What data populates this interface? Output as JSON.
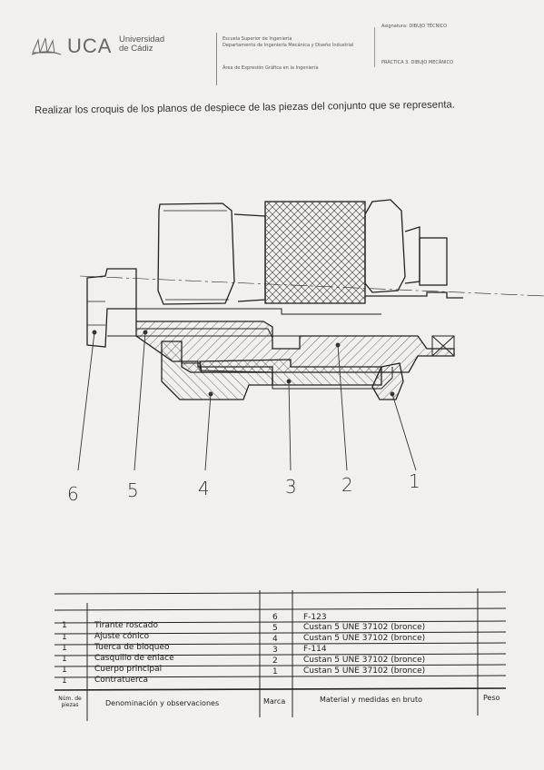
{
  "header": {
    "logo_text": "UCA",
    "university_line1": "Universidad",
    "university_line2": "de Cádiz",
    "school_line1": "Escuela Superior de Ingeniería",
    "school_line2": "Departamento de Ingeniería Mecánica y Diseño Industrial",
    "area": "Área de Expresión Gráfica en la Ingeniería",
    "asignatura": "Asignatura: DIBUJO TÉCNICO",
    "practica": "PRÁCTICA 3. DIBUJO MECÁNICO"
  },
  "instruction": "Realizar los croquis de los planos de despiece de las piezas del conjunto que se representa.",
  "part_labels": [
    "6",
    "5",
    "4",
    "3",
    "2",
    "1"
  ],
  "bom": {
    "headers": {
      "qty": "Núm. de piezas",
      "name": "Denominación y observaciones",
      "mark": "Marca",
      "material": "Material y medidas en bruto",
      "weight": "Peso"
    },
    "rows": [
      {
        "qty": "1",
        "name": "Tirante roscado",
        "mark": "6",
        "material": "F-123"
      },
      {
        "qty": "1",
        "name": "Ajuste cónico",
        "mark": "5",
        "material": "Custan 5 UNE 37102 (bronce)"
      },
      {
        "qty": "1",
        "name": "Tuerca de bloqueo",
        "mark": "4",
        "material": "Custan 5 UNE 37102 (bronce)"
      },
      {
        "qty": "1",
        "name": "Casquillo de enlace",
        "mark": "3",
        "material": "F-114"
      },
      {
        "qty": "1",
        "name": "Cuerpo principal",
        "mark": "2",
        "material": "Custan 5 UNE 37102 (bronce)"
      },
      {
        "qty": "1",
        "name": "Contratuerca",
        "mark": "1",
        "material": "Custan 5 UNE 37102 (bronce)"
      }
    ]
  }
}
